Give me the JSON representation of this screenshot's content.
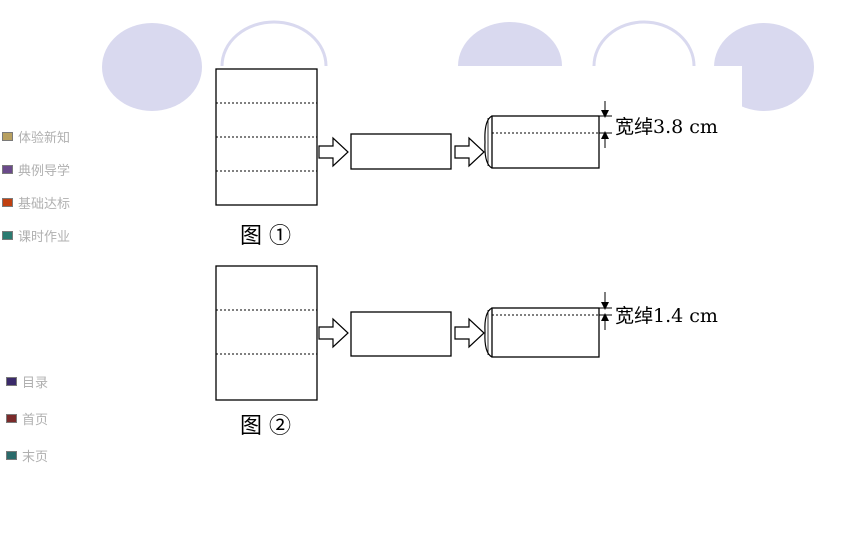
{
  "nav": {
    "top": [
      {
        "label": "体验新知",
        "color": "#b8a060"
      },
      {
        "label": "典例导学",
        "color": "#6a4a8a"
      },
      {
        "label": "基础达标",
        "color": "#c04010"
      },
      {
        "label": "课时作业",
        "color": "#2a7a70"
      }
    ],
    "bottom": [
      {
        "label": "目录",
        "color": "#3a2a6a"
      },
      {
        "label": "首页",
        "color": "#7a2a2a"
      },
      {
        "label": "末页",
        "color": "#2a6a6a"
      }
    ]
  },
  "decor_color": "#d9d9ef",
  "figure1": {
    "caption": "图 ①",
    "width_label": "宽绰3.8 cm",
    "folds": 3
  },
  "figure2": {
    "caption": "图 ②",
    "width_label": "宽绰1.4 cm",
    "folds": 2
  }
}
